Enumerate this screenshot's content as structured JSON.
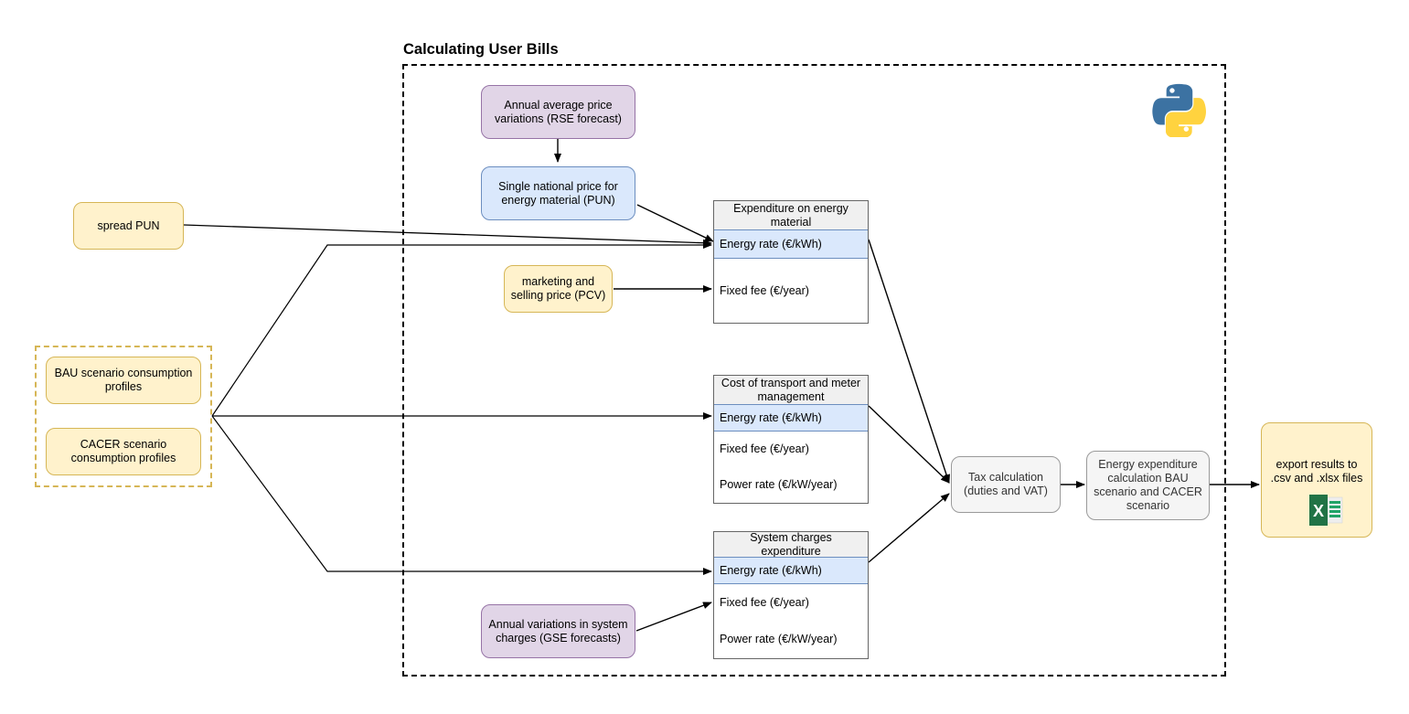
{
  "diagram": {
    "title": "Calculating User Bills",
    "python_logo": "python-logo",
    "excel_icon": "excel-icon"
  },
  "inputs": {
    "spread_pun": "spread PUN",
    "bau_profiles": "BAU scenario consumption profiles",
    "cacer_profiles": "CACER scenario consumption profiles",
    "pcv": "marketing and selling price (PCV)",
    "rse": "Annual average price variations (RSE forecast)",
    "gse": "Annual variations in system charges (GSE forecasts)",
    "pun": "Single national price for energy material (PUN)"
  },
  "tables": [
    {
      "header": "Expenditure on energy material",
      "rows": [
        {
          "label": "Energy rate (€/kWh)",
          "highlight": true
        },
        {
          "label": "Fixed fee (€/year)",
          "highlight": false
        }
      ]
    },
    {
      "header": "Cost of transport and meter management",
      "rows": [
        {
          "label": "Energy rate (€/kWh)",
          "highlight": true
        },
        {
          "label": "Fixed fee (€/year)",
          "highlight": false
        },
        {
          "label": "Power rate (€/kW/year)",
          "highlight": false
        }
      ]
    },
    {
      "header": "System charges expenditure",
      "rows": [
        {
          "label": "Energy rate (€/kWh)",
          "highlight": true
        },
        {
          "label": "Fixed fee (€/year)",
          "highlight": false
        },
        {
          "label": "Power rate (€/kW/year)",
          "highlight": false
        }
      ]
    }
  ],
  "process": {
    "tax": "Tax calculation (duties and VAT)",
    "energy_expenditure": "Energy expenditure calculation BAU scenario and CACER scenario",
    "export": "export results to .csv and .xlsx files"
  },
  "colors": {
    "yellow_fill": "#fff2cc",
    "yellow_border": "#d6b656",
    "purple_fill": "#e1d5e7",
    "purple_border": "#9673a6",
    "blue_fill": "#dae8fc",
    "blue_border": "#6c8ebf",
    "grey_fill": "#f5f5f5",
    "grey_border": "#9a9a9a",
    "header_fill": "#f0f0f0",
    "edge": "#000000"
  }
}
